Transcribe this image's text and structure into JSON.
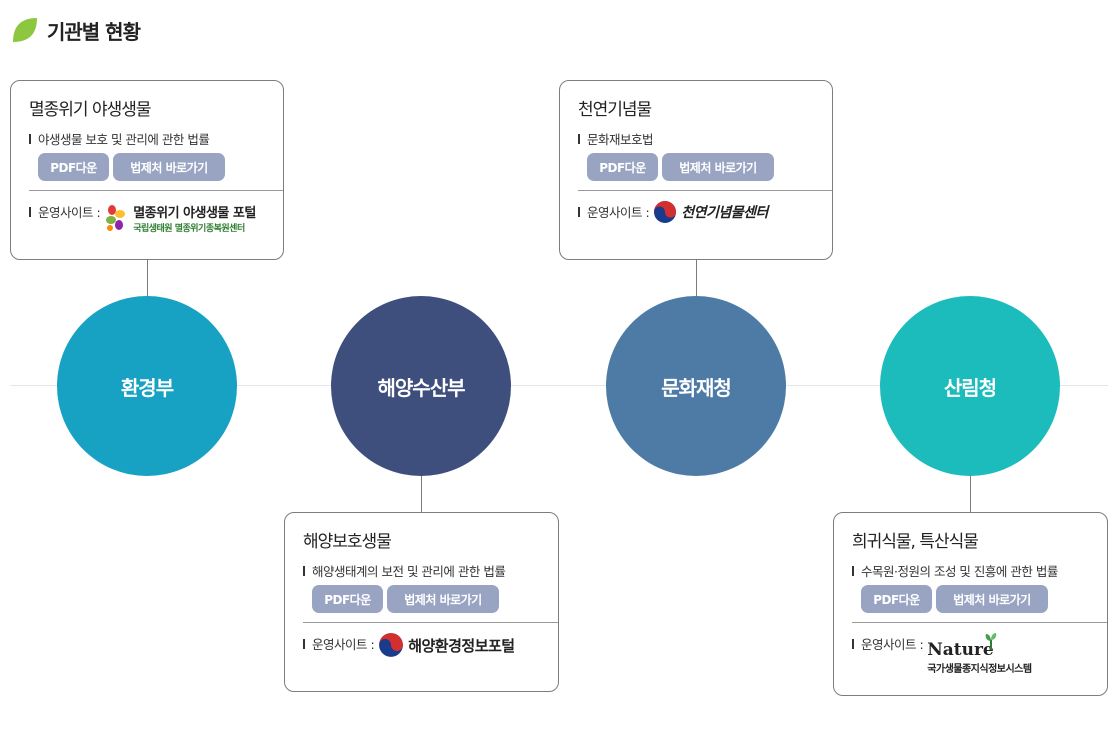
{
  "header": {
    "title": "기관별 현황"
  },
  "colors": {
    "leaf": "#8dc63f",
    "env": "#17a1c3",
    "ocean": "#3f4f7d",
    "heritage": "#4e7aa6",
    "forest": "#1cbcbd",
    "button": "#98a4c2"
  },
  "agencies": {
    "env": {
      "name": "환경부"
    },
    "ocean": {
      "name": "해양수산부"
    },
    "heritage": {
      "name": "문화재청"
    },
    "forest": {
      "name": "산림청"
    }
  },
  "cards": {
    "endangered": {
      "title": "멸종위기 야생생물",
      "law": "야생생물 보호 및 관리에 관한 법률",
      "pdf": "PDF다운",
      "law_link": "법제처 바로가기",
      "site_label": "운영사이트 :",
      "logo_main": "멸종위기 야생생물 포털",
      "logo_sub": "국립생태원 멸종위기종복원센터",
      "logo_icon": "colorful-leaves-icon"
    },
    "monument": {
      "title": "천연기념물",
      "law": "문화재보호법",
      "pdf": "PDF다운",
      "law_link": "법제처 바로가기",
      "site_label": "운영사이트 :",
      "logo_main": "천연기념물센터",
      "logo_icon": "taegeuk-icon"
    },
    "marine": {
      "title": "해양보호생물",
      "law": "해양생태계의 보전 및 관리에 관한 법률",
      "pdf": "PDF다운",
      "law_link": "법제처 바로가기",
      "site_label": "운영사이트 :",
      "logo_main": "해양환경정보포털",
      "logo_icon": "taegeuk-icon"
    },
    "plants": {
      "title": "희귀식물, 특산식물",
      "law": "수목원·정원의 조성 및 진흥에 관한 법률",
      "pdf": "PDF다운",
      "law_link": "법제처 바로가기",
      "site_label": "운영사이트 :",
      "logo_main": "Nature",
      "logo_sub": "국가생물종지식정보시스템",
      "logo_icon": "sprout-icon"
    }
  }
}
